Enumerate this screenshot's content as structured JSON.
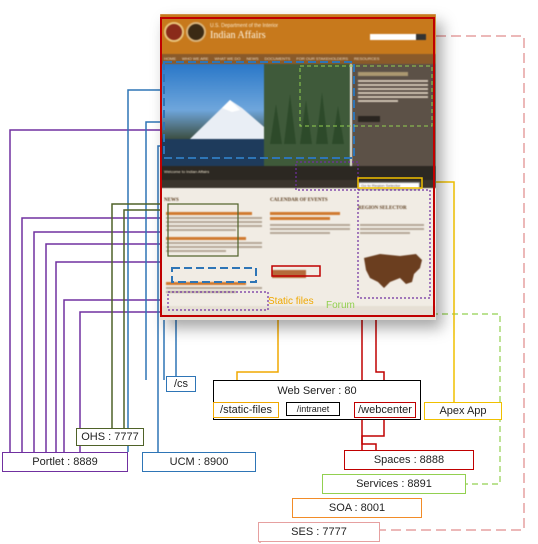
{
  "screenshot": {
    "agency_line": "U.S. Department of the Interior",
    "site_title": "Indian Affairs",
    "nav_items": [
      "HOME",
      "WHO WE ARE",
      "WHAT WE DO",
      "NEWS",
      "DOCUMENTS",
      "FOR OUR STAKEHOLDERS",
      "RESOURCES"
    ],
    "news_heading": "NEWS",
    "calendar_heading": "CALENDAR OF EVENTS",
    "region_heading": "REGION SELECTOR",
    "region_dropdown": "Go to Region Selector",
    "banner_caption": "Welcome to Indian Affairs"
  },
  "overlay_labels": {
    "static_files": "Static files",
    "forum": "Forum"
  },
  "nodes": {
    "web_server": "Web Server : 80",
    "static_files_path": "/static-files",
    "intranet_path": "/intranet",
    "webcenter_path": "/webcenter",
    "cs_path": "/cs",
    "ohs": "OHS : 7777",
    "portlet": "Portlet : 8889",
    "ucm": "UCM : 8900",
    "apex": "Apex App",
    "spaces": "Spaces : 8888",
    "services": "Services : 8891",
    "soa": "SOA : 8001",
    "ses": "SES : 7777"
  },
  "colors": {
    "portlet": "#7030a0",
    "ucm": "#2e75b6",
    "ohs": "#4f6228",
    "static": "#f0a800",
    "spaces": "#c00000",
    "services": "#92d050",
    "soa": "#f28c28",
    "ses": "#e6a0a0",
    "page_frame": "#c00000",
    "apex": "#f0c000"
  }
}
